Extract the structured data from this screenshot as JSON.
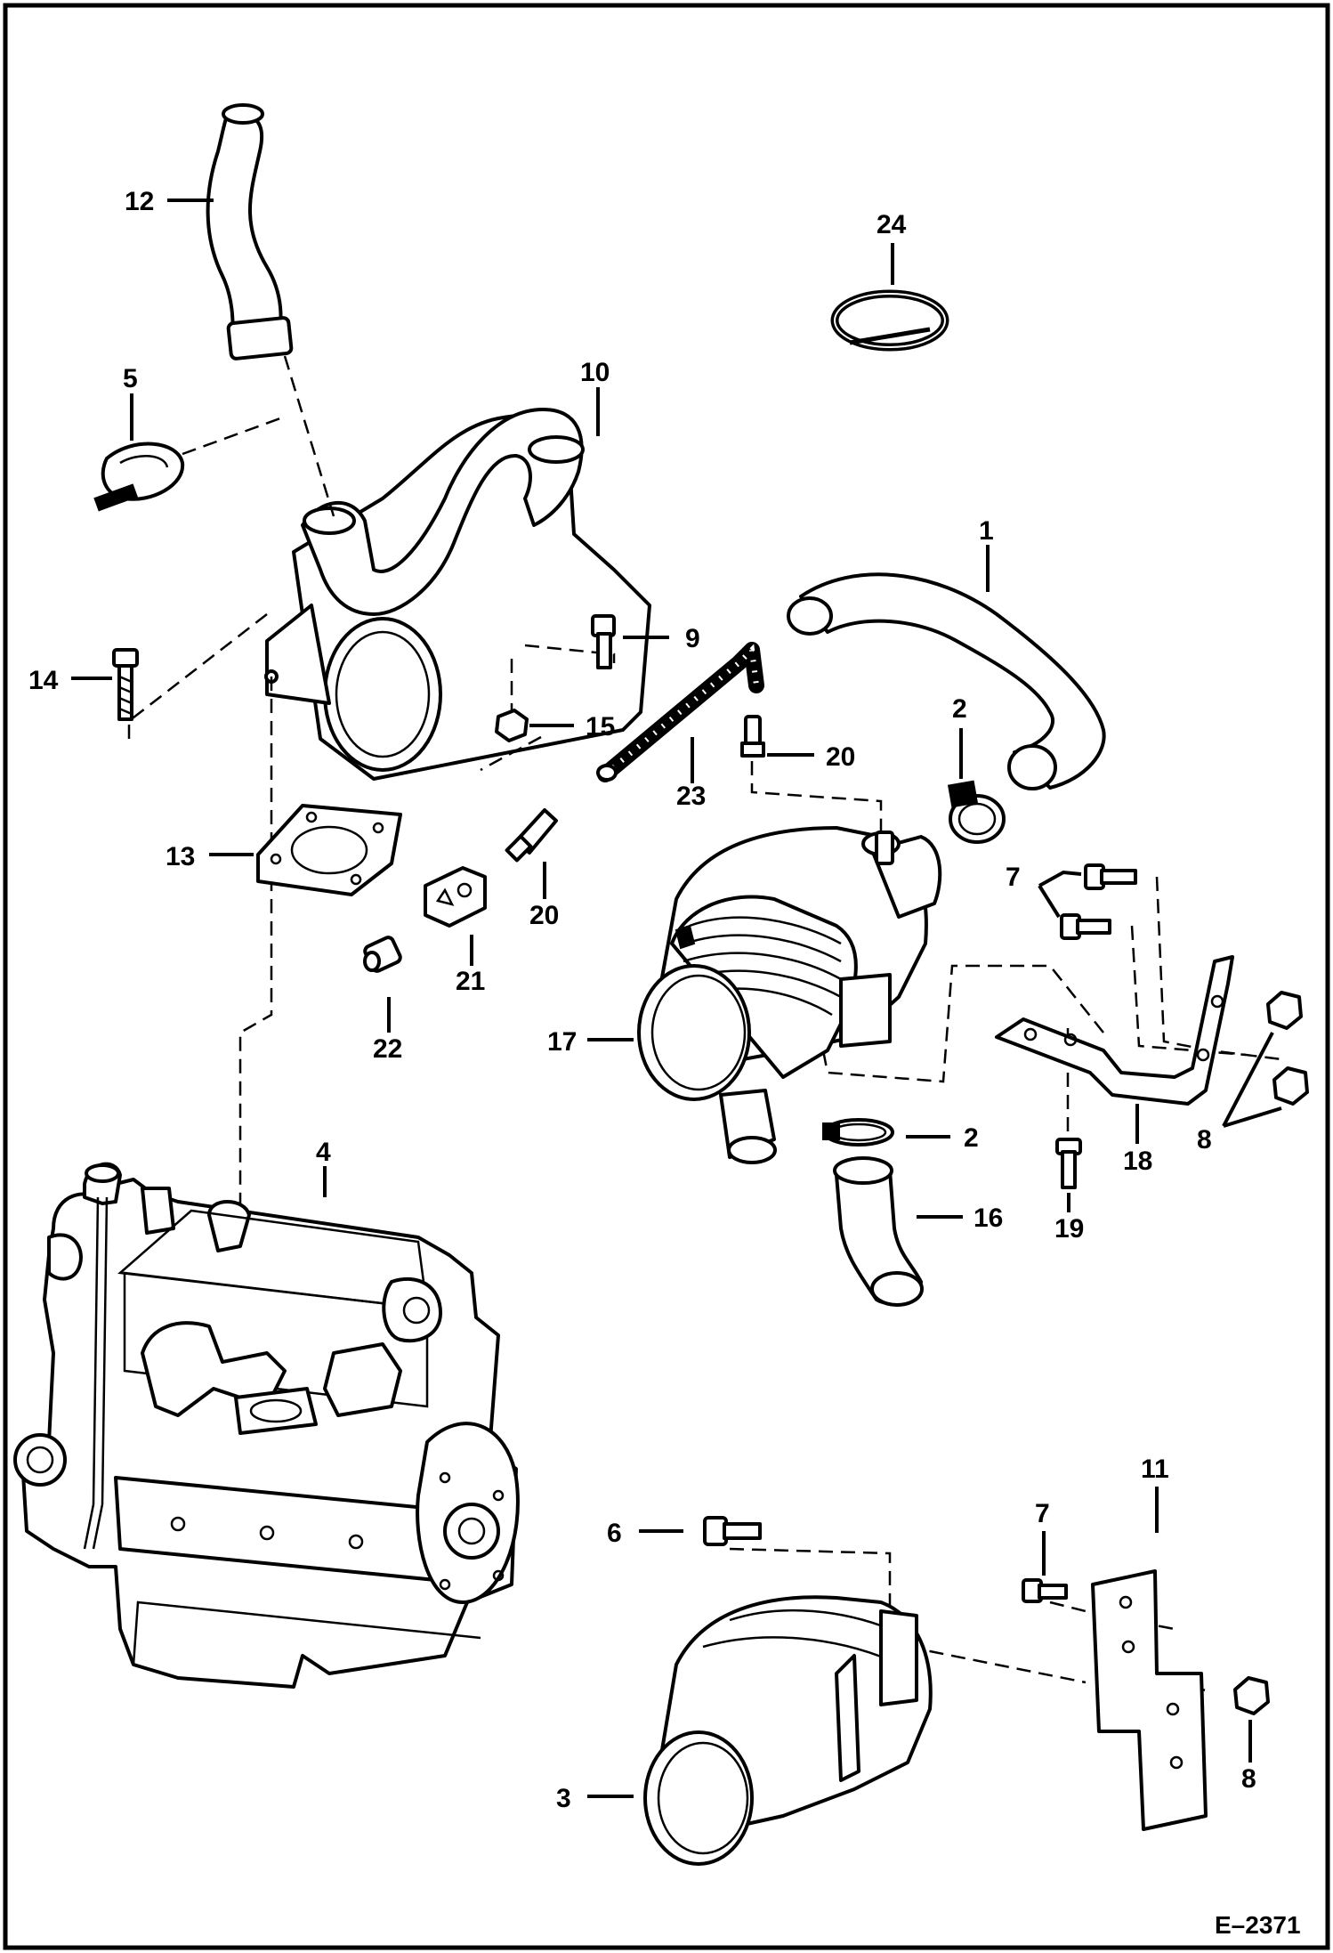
{
  "diagram": {
    "ref_code": "E–2371",
    "callouts": [
      {
        "id": "c1",
        "text": "1"
      },
      {
        "id": "c2a",
        "text": "2"
      },
      {
        "id": "c2b",
        "text": "2"
      },
      {
        "id": "c3",
        "text": "3"
      },
      {
        "id": "c4",
        "text": "4"
      },
      {
        "id": "c5",
        "text": "5"
      },
      {
        "id": "c6",
        "text": "6"
      },
      {
        "id": "c7a",
        "text": "7"
      },
      {
        "id": "c7b",
        "text": "7"
      },
      {
        "id": "c8a",
        "text": "8"
      },
      {
        "id": "c8b",
        "text": "8"
      },
      {
        "id": "c9",
        "text": "9"
      },
      {
        "id": "c10",
        "text": "10"
      },
      {
        "id": "c11",
        "text": "11"
      },
      {
        "id": "c12",
        "text": "12"
      },
      {
        "id": "c13",
        "text": "13"
      },
      {
        "id": "c14",
        "text": "14"
      },
      {
        "id": "c15",
        "text": "15"
      },
      {
        "id": "c16",
        "text": "16"
      },
      {
        "id": "c17",
        "text": "17"
      },
      {
        "id": "c18",
        "text": "18"
      },
      {
        "id": "c19",
        "text": "19"
      },
      {
        "id": "c20a",
        "text": "20"
      },
      {
        "id": "c20b",
        "text": "20"
      },
      {
        "id": "c21",
        "text": "21"
      },
      {
        "id": "c22",
        "text": "22"
      },
      {
        "id": "c23",
        "text": "23"
      },
      {
        "id": "c24",
        "text": "24"
      }
    ]
  }
}
